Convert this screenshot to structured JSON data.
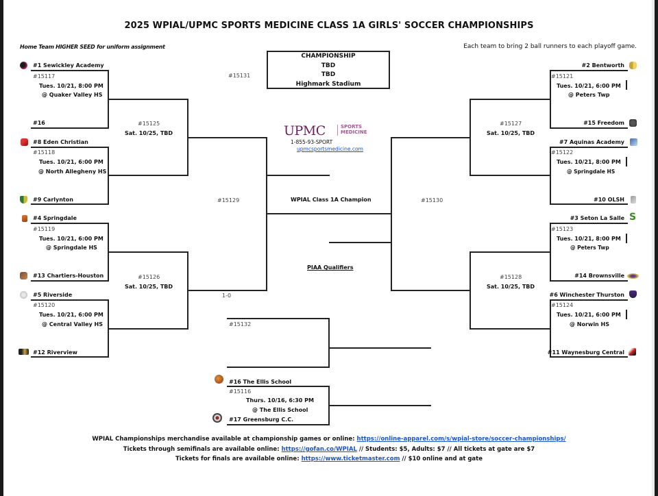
{
  "title": "2025 WPIAL/UPMC SPORTS MEDICINE CLASS 1A GIRLS' SOCCER CHAMPIONSHIPS",
  "notes": {
    "left": "Home Team HIGHER SEED for uniform assignment",
    "right": "Each team to bring 2 ball runners to each playoff game."
  },
  "championship": {
    "lines": [
      "CHAMPIONSHIP",
      "TBD",
      "TBD",
      "Highmark Stadium"
    ],
    "game_id": "#15131"
  },
  "sponsor": {
    "brand": "UPMC",
    "sub1": "SPORTS",
    "sub2": "MEDICINE",
    "phone": "1-855-93-SPORT",
    "website": "upmcsportsmedicine.com",
    "color": "#6a1f5e"
  },
  "left_bracket": {
    "first_round": [
      {
        "top": "#1 Sewickley Academy",
        "bottom": "#16",
        "id": "#15117",
        "time": "Tues. 10/21, 8:00 PM",
        "loc": "@ Quaker Valley HS",
        "top_icon": "sewickley-logo-icon",
        "bottom_icon": ""
      },
      {
        "top": "#8 Eden Christian",
        "bottom": "#9 Carlynton",
        "id": "#15118",
        "time": "Tues. 10/21, 6:00 PM",
        "loc": "@ North Allegheny HS",
        "top_icon": "eden-christian-logo-icon",
        "bottom_icon": "carlynton-logo-icon"
      },
      {
        "top": "#4 Springdale",
        "bottom": "#13 Chartiers-Houston",
        "id": "#15119",
        "time": "Tues. 10/21, 6:00 PM",
        "loc": "@ Springdale HS",
        "top_icon": "springdale-logo-icon",
        "bottom_icon": "chartiers-houston-logo-icon"
      },
      {
        "top": "#5 Riverside",
        "bottom": "#12 Riverview",
        "id": "#15120",
        "time": "Tues. 10/21, 6:00 PM",
        "loc": "@ Central Valley HS",
        "top_icon": "riverside-logo-icon",
        "bottom_icon": "riverview-logo-icon"
      }
    ],
    "quarterfinals": [
      {
        "id": "#15125",
        "time": "Sat. 10/25, TBD"
      },
      {
        "id": "#15126",
        "time": "Sat. 10/25, TBD"
      }
    ],
    "semifinal": {
      "id": "#15129"
    },
    "consolation_score": "1-0",
    "consolation_id": "#15132"
  },
  "right_bracket": {
    "first_round": [
      {
        "top": "#2 Bentworth",
        "bottom": "#15 Freedom",
        "id": "#15121",
        "time": "Tues. 10/21, 6:00 PM",
        "loc": "@ Peters Twp"
      },
      {
        "top": "#7  Aquinas Academy",
        "bottom": "#10 OLSH",
        "id": "#15122",
        "time": "Tues. 10/21, 8:00 PM",
        "loc": "@ Springdale HS"
      },
      {
        "top": "#3 Seton La Salle",
        "bottom": "#14  Brownsville",
        "id": "#15123",
        "time": "Tues. 10/21, 8:00 PM",
        "loc": "@ Peters Twp"
      },
      {
        "top": "#6 Winchester Thurston",
        "bottom": "#11 Waynesburg Central",
        "id": "#15124",
        "time": "Tues. 10/21, 6:00 PM",
        "loc": "@ Norwin HS"
      }
    ],
    "quarterfinals": [
      {
        "id": "#15127",
        "time": "Sat. 10/25, TBD"
      },
      {
        "id": "#15128",
        "time": "Sat. 10/25, TBD"
      }
    ],
    "semifinal": {
      "id": "#15130"
    }
  },
  "center_labels": {
    "champion": "WPIAL Class 1A Champion",
    "piaa": "PIAA Qualifiers"
  },
  "play_in": {
    "top": "#16 The Ellis School",
    "bottom": "#17 Greensburg C.C.",
    "id": "#15116",
    "time": "Thurs. 10/16, 6:30 PM",
    "loc": "@ The Ellis School"
  },
  "footer": {
    "line1_text": "WPIAL Championships merchandise available at championship games or online: ",
    "line1_link": "https://online-apparel.com/s/wpial-store/soccer-championships/",
    "line2_text": "Tickets through semifinals are available online: ",
    "line2_link": "https://gofan.co/WPIAL",
    "line2_tail": " // Students: $5, Adults: $7 // All tickets at gate are $7",
    "line3_text": "Tickets for finals are available online: ",
    "line3_link": "https://www.ticketmaster.com",
    "line3_tail": " // $10 online and at gate"
  },
  "colors": {
    "line": "#222222",
    "link": "#1a54c9",
    "frame": "#1b1b1b"
  }
}
